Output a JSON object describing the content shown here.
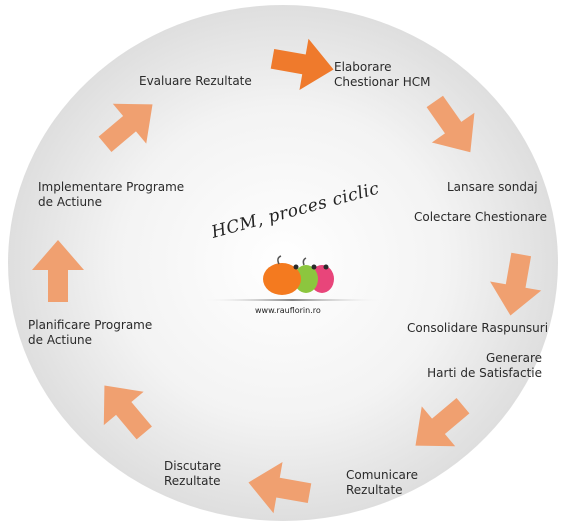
{
  "diagram": {
    "title": "HCM, proces ciclic",
    "website": "www.rauflorin.ro",
    "steps": [
      {
        "lines": [
          "Elaborare",
          "Chestionar HCM"
        ]
      },
      {
        "lines": [
          "Lansare sondaj"
        ]
      },
      {
        "lines": [
          "Colectare Chestionare"
        ]
      },
      {
        "lines": [
          "Consolidare Raspunsuri"
        ]
      },
      {
        "lines": [
          "Generare",
          "Harti de Satisfactie"
        ]
      },
      {
        "lines": [
          "Comunicare",
          "Rezultate"
        ]
      },
      {
        "lines": [
          "Discutare",
          "Rezultate"
        ]
      },
      {
        "lines": [
          "Planificare Programe",
          "de Actiune"
        ]
      },
      {
        "lines": [
          "Implementare Programe",
          "de Actiune"
        ]
      },
      {
        "lines": [
          "Evaluare Rezultate"
        ]
      }
    ],
    "colors": {
      "background_circle": "#e4e4e4",
      "arrow": "#f0a070",
      "arrow_active": "#ef7a2c",
      "logo_orange": "#f47a1f",
      "logo_green": "#8cc63e",
      "logo_pink": "#e8457a"
    },
    "icons": [
      "arrow-icon",
      "fruit-logo-icon"
    ]
  }
}
